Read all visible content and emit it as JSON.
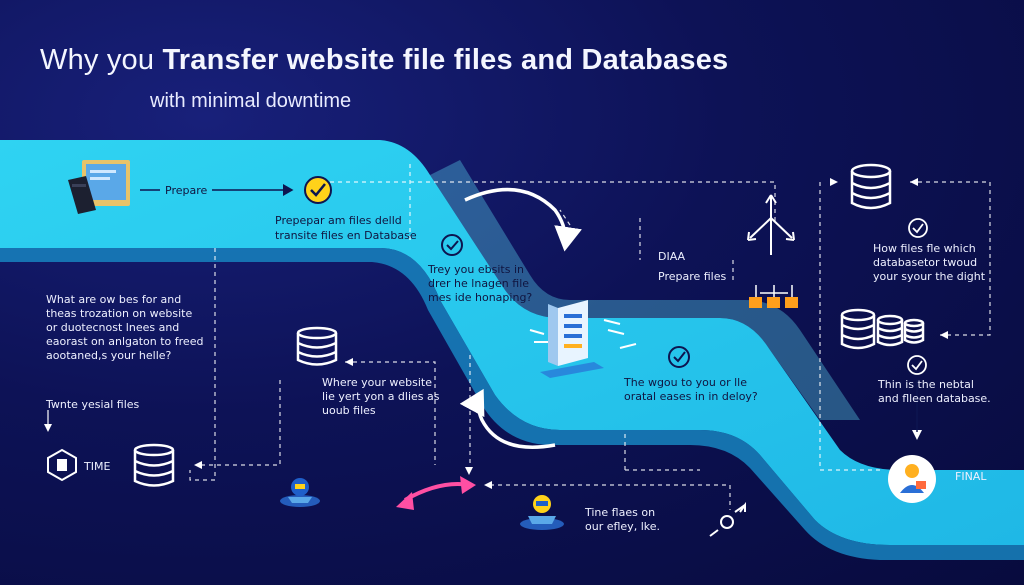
{
  "title": {
    "part1": "Why you ",
    "part2": "Transfer website file files and Databases"
  },
  "subtitle": "with minimal downtime",
  "labels": {
    "prepare": "Prepare",
    "prepare_files_line1": "Prepepar am files delld",
    "prepare_files_line2": "transite files en Database",
    "trey_line1": "Trey you ebsits in",
    "trey_line2": "drer he lnagen file",
    "trey_line3": "mes ide honaping?",
    "dia": "DIAA",
    "prepare_files": "Prepare files",
    "how_line1": "How files fle which",
    "how_line2": "databasetor twoud",
    "how_line3": "your syour the dight",
    "what_line1": "What are ow bes for and",
    "what_line2": "theas trozation on website",
    "what_line3": "or duotecnost lnees and",
    "what_line4": "eaorast on anlgaton to freed",
    "what_line5": "aootaned,s your helle?",
    "write": "Twnte yesial files",
    "time": "TIME",
    "where_line1": "Where your website",
    "where_line2": "lie yert yon a dlies as",
    "where_line3": "uoub files",
    "way_line1": "The wgou to you or lle",
    "way_line2": "oratal eases in in deloy?",
    "this_line1": "Thin is the nebtal",
    "this_line2": "and flleen database.",
    "final": "FINAL",
    "tine_line1": "Tine flaes on",
    "tine_line2": "our efley, lke."
  },
  "colors": {
    "background": "#0c1050",
    "band": "#27c6ea",
    "band_shadow": "#1593c4",
    "check": "#ffc700",
    "pink": "#ff4fa3",
    "orange": "#ff9f1c"
  },
  "icons": [
    "laptop-icon",
    "check-icon",
    "database-icon",
    "server-icon",
    "arrows-icon",
    "nodes-icon",
    "person-icon",
    "shield-icon",
    "swap-arrows-icon",
    "robot-icon"
  ]
}
